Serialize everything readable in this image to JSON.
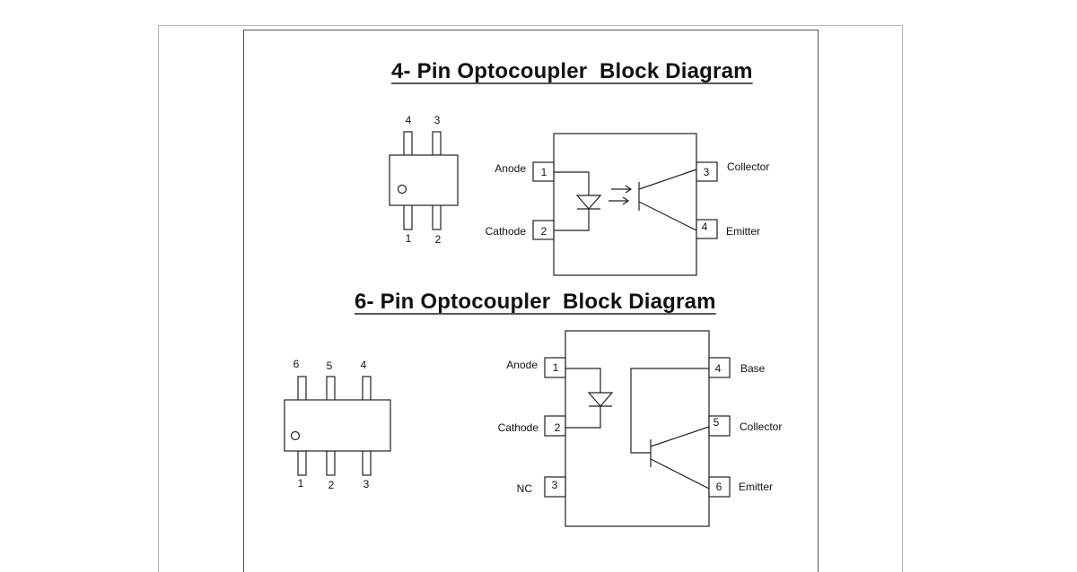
{
  "titles": {
    "four_pin": "4- Pin Optocoupler  Block Diagram",
    "six_pin": "6- Pin Optocoupler  Block Diagram"
  },
  "four_pin": {
    "package_pins_top": [
      "4",
      "3"
    ],
    "package_pins_bottom": [
      "1",
      "2"
    ],
    "pins": [
      {
        "number": "1",
        "label": "Anode"
      },
      {
        "number": "2",
        "label": "Cathode"
      },
      {
        "number": "3",
        "label": "Collector"
      },
      {
        "number": "4",
        "label": "Emitter"
      }
    ]
  },
  "six_pin": {
    "package_pins_top": [
      "6",
      "5",
      "4"
    ],
    "package_pins_bottom": [
      "1",
      "2",
      "3"
    ],
    "pins": [
      {
        "number": "1",
        "label": "Anode"
      },
      {
        "number": "2",
        "label": "Cathode"
      },
      {
        "number": "3",
        "label": "NC"
      },
      {
        "number": "4",
        "label": "Base"
      },
      {
        "number": "5",
        "label": "Collector"
      },
      {
        "number": "6",
        "label": "Emitter"
      }
    ]
  }
}
